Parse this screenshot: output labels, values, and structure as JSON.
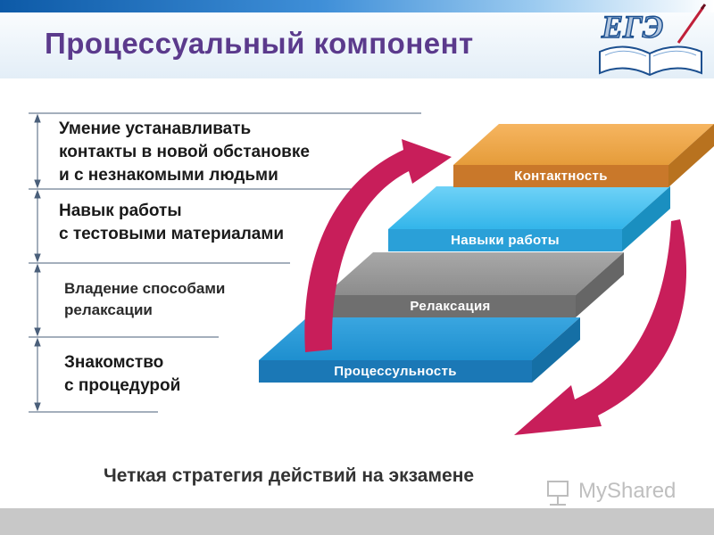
{
  "title": "Процессуальный компонент",
  "logo": {
    "text": "ЕГЭ"
  },
  "rows": [
    {
      "lines": [
        "Умение устанавливать",
        "контакты в новой обстановке",
        "и с незнакомыми людьми"
      ]
    },
    {
      "lines": [
        "Навык работы",
        "с тестовыми материалами"
      ]
    },
    {
      "lines": [
        "Владение способами",
        "релаксации"
      ]
    },
    {
      "lines": [
        "Знакомство",
        "с процедурой"
      ]
    }
  ],
  "steps": [
    {
      "label": "Контактность",
      "color": "#e59c3a"
    },
    {
      "label": "Навыки работы",
      "color": "#33b5ea"
    },
    {
      "label": "Релаксация",
      "color": "#8c8c8c"
    },
    {
      "label": "Процессульность",
      "color": "#1e8fcf"
    }
  ],
  "arrow_color": "#c81e5a",
  "bottom_text": "Четкая стратегия действий на экзамене",
  "watermark": "MyShared"
}
